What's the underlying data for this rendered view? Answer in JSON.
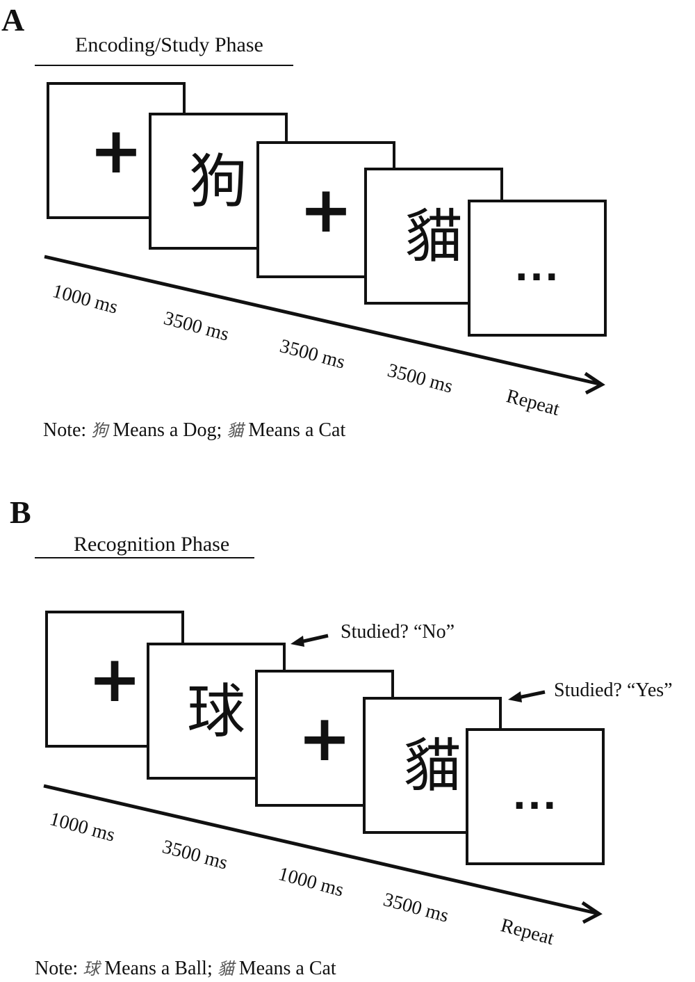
{
  "panel_a": {
    "letter": "A",
    "title": "Encoding/Study Phase",
    "frames": [
      "+",
      "狗",
      "+",
      "貓",
      "..."
    ],
    "timings": [
      "1000 ms",
      "3500 ms",
      "3500 ms",
      "3500 ms",
      "Repeat"
    ],
    "note": {
      "prefix": "Note:",
      "glyph1": "狗",
      "mid": "Means a Dog;",
      "glyph2": "貓",
      "suffix": "Means a Cat"
    }
  },
  "panel_b": {
    "letter": "B",
    "title": "Recognition Phase",
    "frames": [
      "+",
      "球",
      "+",
      "貓",
      "..."
    ],
    "timings": [
      "1000 ms",
      "3500 ms",
      "1000 ms",
      "3500 ms",
      "Repeat"
    ],
    "responses": [
      "Studied? “No”",
      "Studied? “Yes”"
    ],
    "note": {
      "prefix": "Note:",
      "glyph1": "球",
      "mid": "Means a Ball;",
      "glyph2": "貓",
      "suffix": "Means a Cat"
    }
  }
}
